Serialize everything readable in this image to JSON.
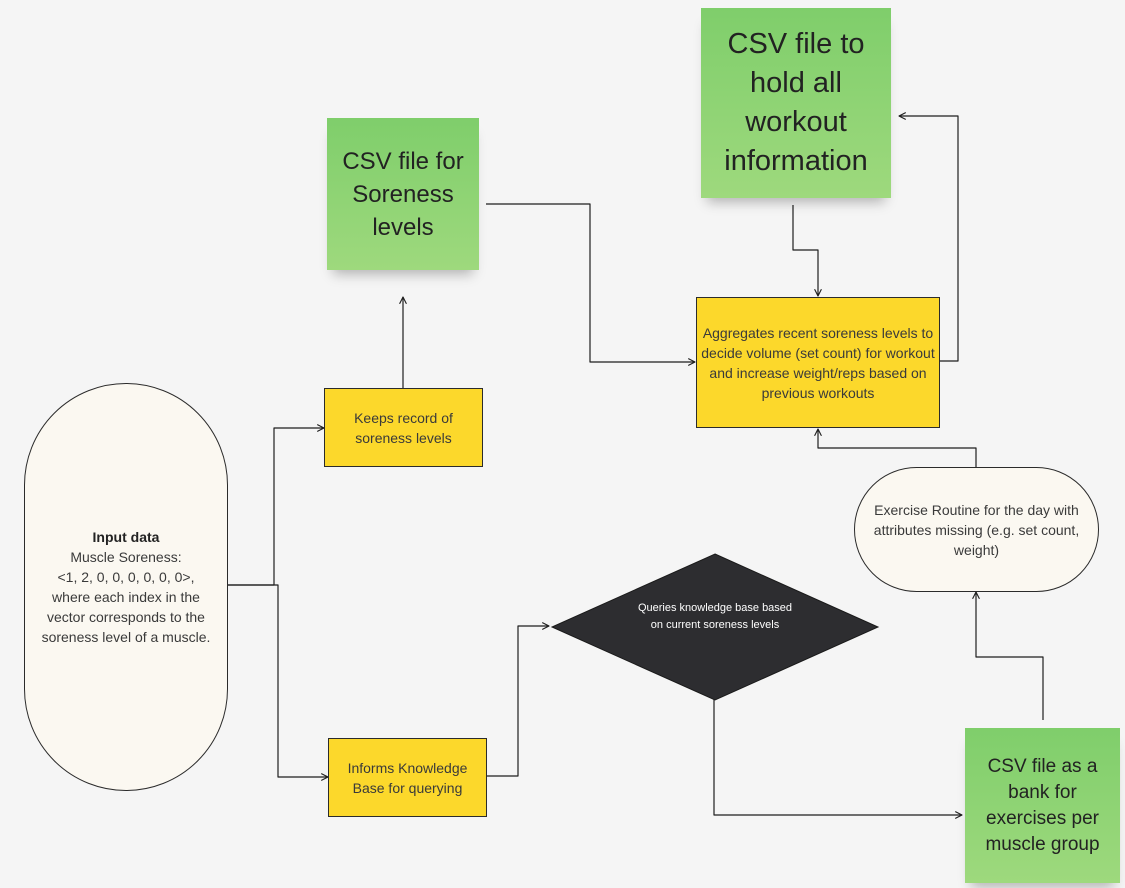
{
  "nodes": {
    "input": {
      "title": "Input data",
      "line1": "Muscle Soreness:",
      "line2": "<1, 2, 0, 0, 0, 0, 0, 0>,",
      "line3": "where each index in the",
      "line4": "vector corresponds to the",
      "line5": "soreness level of a muscle."
    },
    "keeps_record": {
      "text": "Keeps record of soreness levels"
    },
    "informs_kb": {
      "text": "Informs Knowledge Base for querying"
    },
    "csv_soreness": {
      "text": "CSV file for Soreness levels"
    },
    "csv_workout": {
      "text": "CSV file to hold all workout information"
    },
    "aggregates": {
      "text": "Aggregates recent soreness levels to decide volume (set count) for workout and increase weight/reps based on previous workouts"
    },
    "queries_kb": {
      "text": "Queries knowledge base based on current soreness levels"
    },
    "exercise_routine": {
      "text": "Exercise Routine for the  day with attributes missing (e.g. set count, weight)"
    },
    "csv_bank": {
      "text": "CSV file as a bank for exercises per muscle group"
    }
  },
  "colors": {
    "sticky_green": "#8cd373",
    "process_yellow": "#fcd82b",
    "terminal_cream": "#fbf8f1",
    "decision_dark": "#2d2d30",
    "connector": "#1f1f1f"
  },
  "edges": [
    {
      "from": "input",
      "to": "keeps_record"
    },
    {
      "from": "input",
      "to": "informs_kb"
    },
    {
      "from": "keeps_record",
      "to": "csv_soreness"
    },
    {
      "from": "informs_kb",
      "to": "queries_kb"
    },
    {
      "from": "csv_soreness",
      "to": "aggregates"
    },
    {
      "from": "csv_workout",
      "to": "aggregates"
    },
    {
      "from": "aggregates",
      "to": "csv_workout"
    },
    {
      "from": "exercise_routine",
      "to": "aggregates"
    },
    {
      "from": "csv_bank",
      "to": "exercise_routine"
    },
    {
      "from": "queries_kb",
      "to": "csv_bank"
    }
  ]
}
